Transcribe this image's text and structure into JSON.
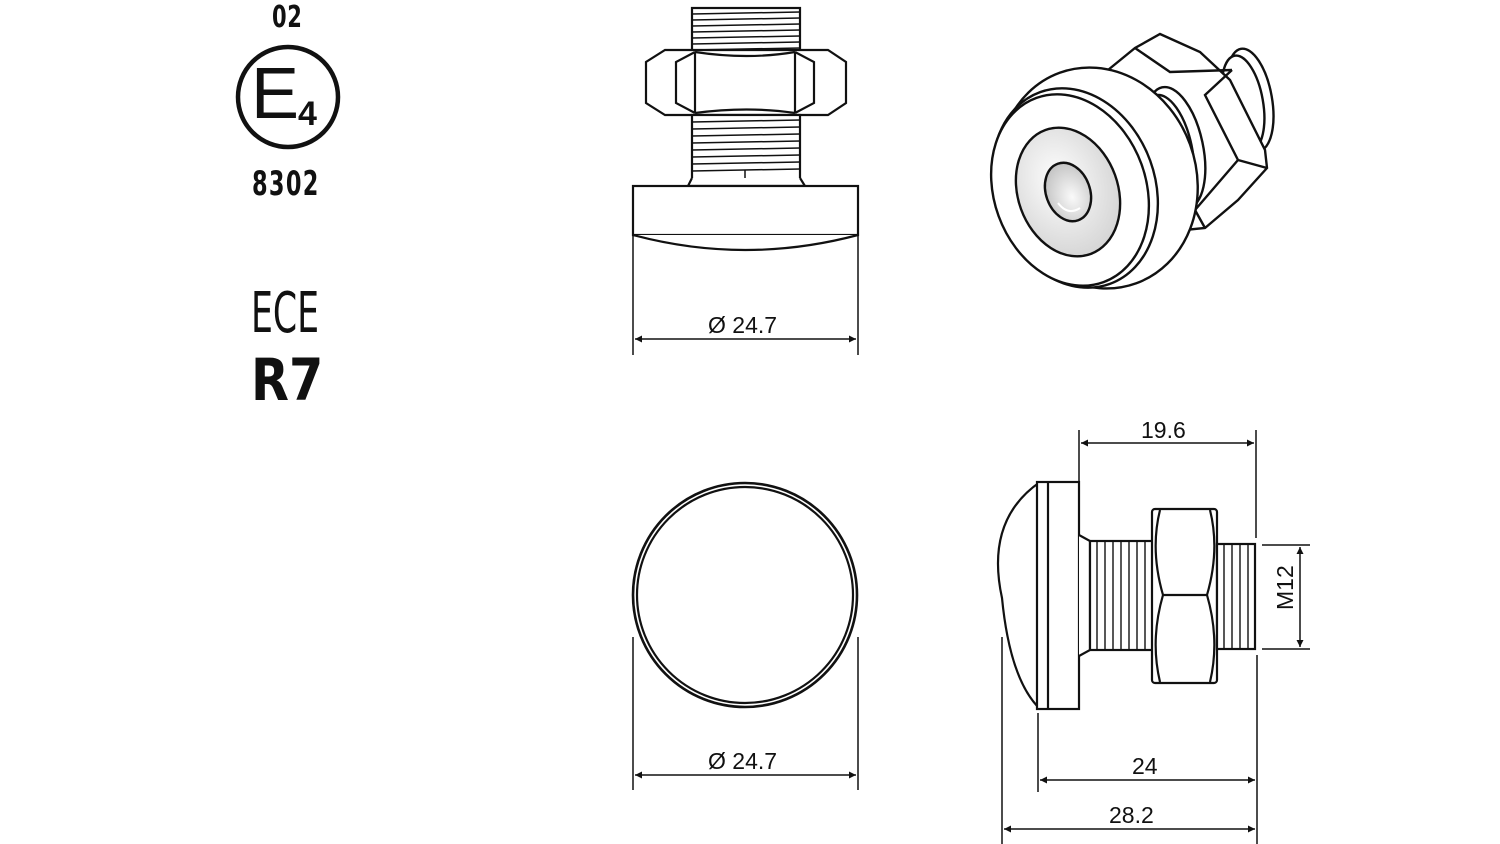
{
  "certification": {
    "approval_prefix": "02",
    "mark_letter": "E",
    "country_code": "4",
    "approval_number": "8302",
    "standard_name": "ECE",
    "standard_number": "R7"
  },
  "views": {
    "front_view": {
      "diameter_label": "Ø 24.7"
    },
    "isometric_view": {},
    "top_view": {
      "diameter_label": "Ø 24.7"
    },
    "side_view": {
      "thread_length_label": "19.6",
      "thread_size_label": "M12",
      "shaft_length_label": "24",
      "total_length_label": "28.2"
    }
  },
  "colors": {
    "line": "#111111",
    "background": "#ffffff",
    "lens_shade": "#d9d9d9"
  }
}
